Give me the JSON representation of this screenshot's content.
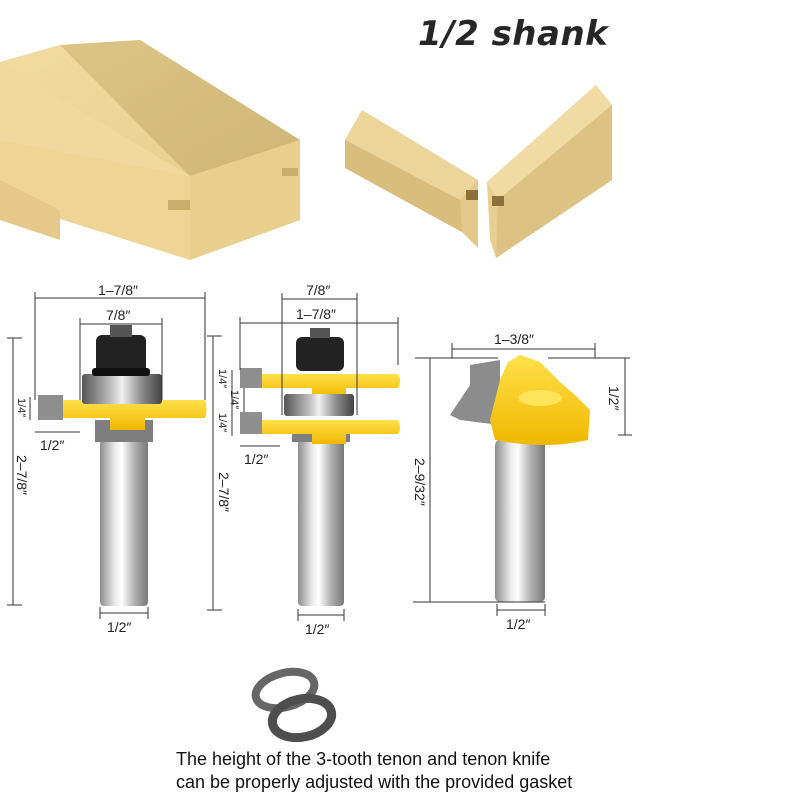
{
  "header": {
    "title": "1/2 shank"
  },
  "illustrations": {
    "board_joint": "tongue-and-groove-boards",
    "corner_joint": "lock-miter-corner-joint",
    "washers": "adjustment-gaskets"
  },
  "bits": [
    {
      "name": "tongue-cutter",
      "dimensions": {
        "overall_width": "1–7/8″",
        "bearing_width": "7/8″",
        "cutter_height": "1/4″",
        "cut_depth": "1/2″",
        "overall_length": "2–7/8″",
        "shank_diameter": "1/2″"
      }
    },
    {
      "name": "groove-cutter-pair",
      "dimensions": {
        "bearing_width": "7/8″",
        "overall_width": "1–7/8″",
        "top_cutter_height": "1/4″",
        "gap": "1/4″",
        "bottom_cutter_height": "1/4″",
        "cut_depth": "1/2″",
        "overall_length": "2–7/8″",
        "shank_diameter": "1/2″"
      }
    },
    {
      "name": "lock-miter-bit",
      "dimensions": {
        "overall_width": "1–3/8″",
        "cutter_height": "1/2″",
        "overall_length": "2–9/32″",
        "shank_diameter": "1/2″"
      }
    }
  ],
  "caption": {
    "line1": "The height of the 3-tooth tenon and tenon knife",
    "line2": "can be properly adjusted with the provided gasket"
  },
  "colors": {
    "wood_light": "#eed79a",
    "wood_dark": "#d9c083",
    "cutter_yellow": "#f7c81e",
    "steel": "#9a9a9a",
    "nut": "#1e1e1e"
  }
}
